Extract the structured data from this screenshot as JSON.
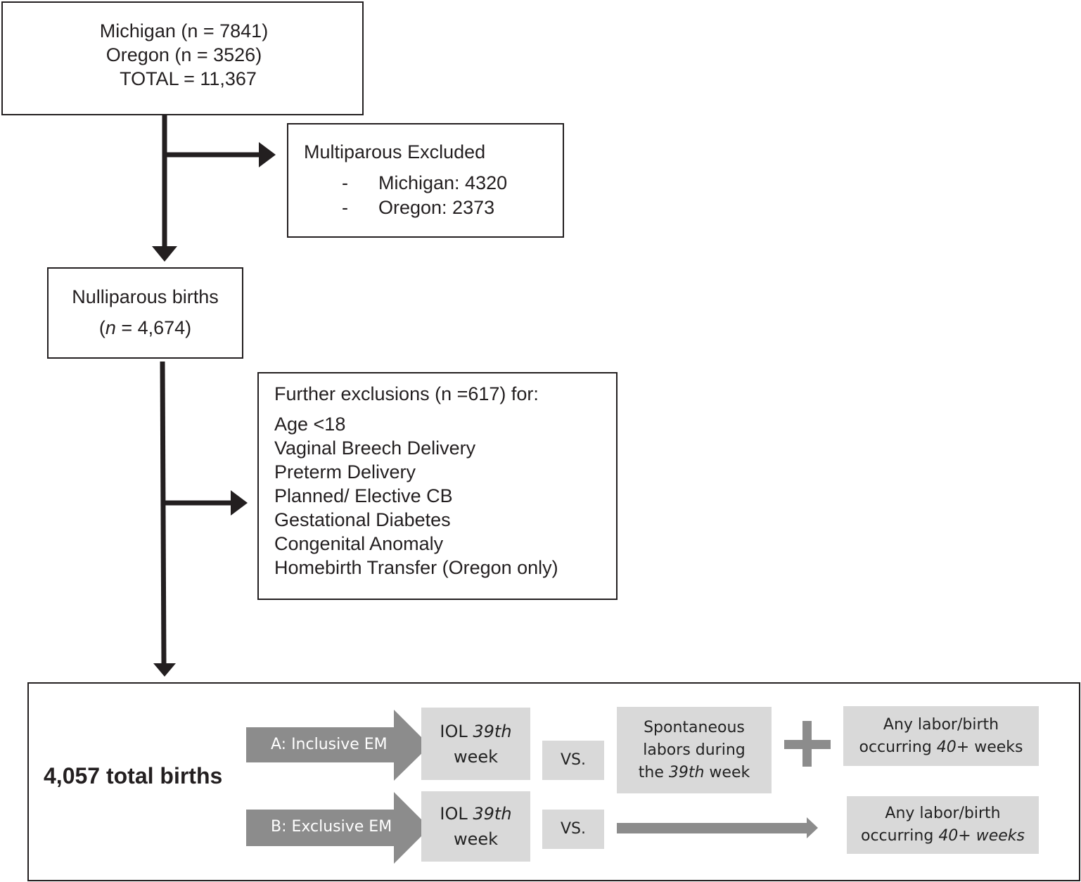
{
  "source_box": {
    "line1": "Michigan (n = 7841)",
    "line2": "Oregon (n = 3526)",
    "line3": "TOTAL = 11,367"
  },
  "multiparous_box": {
    "title": "Multiparous Excluded",
    "items": [
      {
        "dash": "-",
        "text": "Michigan: 4320"
      },
      {
        "dash": "-",
        "text": "Oregon: 2373"
      }
    ]
  },
  "nulliparous_box": {
    "line1": "Nulliparous births",
    "n_open": "(",
    "n_symbol": "n",
    "n_rest": " = 4,674)"
  },
  "exclusions_box": {
    "title": "Further exclusions (n =617) for:",
    "items": [
      "Age <18",
      "Vaginal Breech Delivery",
      "Preterm Delivery",
      "Planned/ Elective CB",
      "Gestational Diabetes",
      "Congenital Anomaly",
      "Homebirth Transfer (Oregon only)"
    ]
  },
  "final_box": {
    "total_label": "4,057 total births",
    "row_a": {
      "arrow_label": "A: Inclusive EM",
      "iol_pre": "IOL ",
      "iol_italic": "39th",
      "iol_post": "week",
      "vs": "VS.",
      "spont_line1": "Spontaneous",
      "spont_line2": "labors during",
      "spont_line3_pre": "the ",
      "spont_line3_italic": "39th",
      "spont_line3_post": " week",
      "plus": "+",
      "any_line1": "Any labor/birth",
      "any_line2_pre": "occurring ",
      "any_line2_italic": "40+",
      "any_line2_post": " weeks"
    },
    "row_b": {
      "arrow_label": "B: Exclusive EM",
      "iol_pre": "IOL ",
      "iol_italic": "39th",
      "iol_post": "week",
      "vs": "VS.",
      "any_line1": "Any labor/birth",
      "any_line2_pre": "occurring ",
      "any_line2_italic": "40+ weeks"
    }
  },
  "colors": {
    "line": "#231f20",
    "arrow_gray": "#8c8c8c",
    "box_gray": "#d9d9d9"
  }
}
